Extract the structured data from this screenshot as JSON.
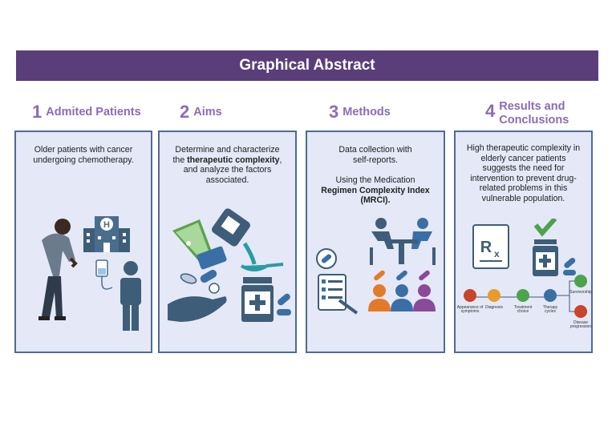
{
  "banner": {
    "title": "Graphical Abstract"
  },
  "sections": [
    {
      "number": "1",
      "title": "Admited Patients",
      "text": "Older patients with cancer undergoing chemotherapy."
    },
    {
      "number": "2",
      "title": "Aims",
      "text_before": "Determine and characterize the ",
      "text_bold": "therapeutic complexity",
      "text_after": ", and analyze the factors associated."
    },
    {
      "number": "3",
      "title": "Methods",
      "text1": "Data collection with self-reports.",
      "text2_before": "Using the Medication ",
      "text2_bold": "Regimen Complexity Index (MRCI).",
      "text2_after": ""
    },
    {
      "number": "4",
      "title_line1": "Results and",
      "title_line2": "Conclusions",
      "text": "High therapeutic complexity in elderly cancer patients suggests the need for intervention to prevent drug-related problems in this vulnerable population."
    }
  ],
  "flow": {
    "steps": [
      "Appearance of symptoms",
      "Diagnosis",
      "Treatment choice",
      "Therapy cycles"
    ],
    "outcomes": [
      "Survivorship",
      "Disease progression"
    ]
  },
  "icons": [
    "hospital-icon",
    "elderly-patient-icon",
    "iv-drip-icon",
    "patient-icon",
    "inhaler-icon",
    "syrup-bottle-icon",
    "pills-hand-icon",
    "medicine-bottle-icon",
    "interview-icon",
    "checklist-icon",
    "people-icon",
    "prescription-icon",
    "checkmark-icon"
  ],
  "colors": {
    "accent": "#5a3e7a",
    "heading": "#8a6cb8",
    "panel_bg": "#e4e8f7",
    "panel_border": "#4f6b94"
  }
}
